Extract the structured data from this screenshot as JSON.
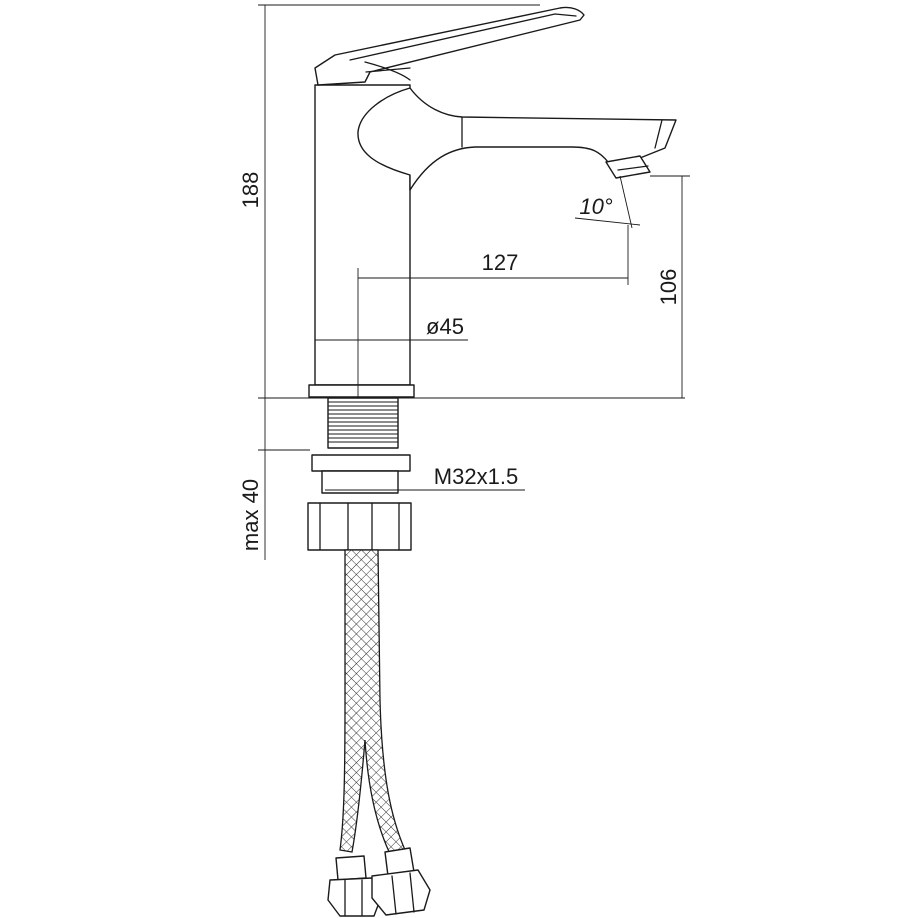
{
  "dimensions": {
    "total_height": "188",
    "spout_reach": "127",
    "spout_height": "106",
    "body_diameter": "ø45",
    "thread": "M32x1.5",
    "max_counter_thickness": "max 40",
    "spout_angle": "10°"
  }
}
